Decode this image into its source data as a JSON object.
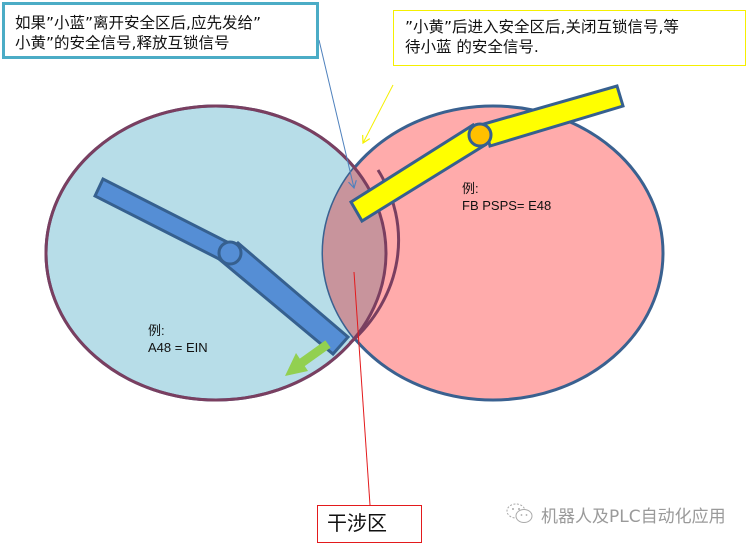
{
  "callouts": {
    "blue_note": {
      "line1": "如果”小蓝”离开安全区后,应先发给”",
      "line2": "小黄”的安全信号,释放互锁信号",
      "border_color": "#4BACC6"
    },
    "yellow_note": {
      "line1": "”小黄”后进入安全区后,关闭互锁信号,等",
      "line2": "待小蓝 的安全信号.",
      "border_color": "#F5F000"
    }
  },
  "zones": {
    "left": {
      "name": "小蓝 safe zone",
      "fill": "#B7DDE8",
      "stroke": "#3A6190"
    },
    "right": {
      "name": "小黄 safe zone",
      "fill": "#FFABAB",
      "stroke": "#3A6190"
    },
    "overlap": {
      "fill": "#C8949C"
    }
  },
  "robots": {
    "blue_arm": {
      "color": "#558ED5",
      "stroke": "#36608F"
    },
    "yellow_arm": {
      "color": "#FFFF00",
      "joint_color": "#FFC000",
      "stroke": "#36608F"
    }
  },
  "labels": {
    "left_example_title": "例:",
    "left_example_value": "A48 = EIN",
    "right_example_title": "例:",
    "right_example_value": "FB PSPS= E48"
  },
  "interference_zone": {
    "label": "干涉区",
    "border_color": "#E31A1C"
  },
  "motion_arrow": {
    "color": "#92D050"
  },
  "watermark": {
    "icon": "wechat-icon",
    "text": "机器人及PLC自动化应用"
  }
}
